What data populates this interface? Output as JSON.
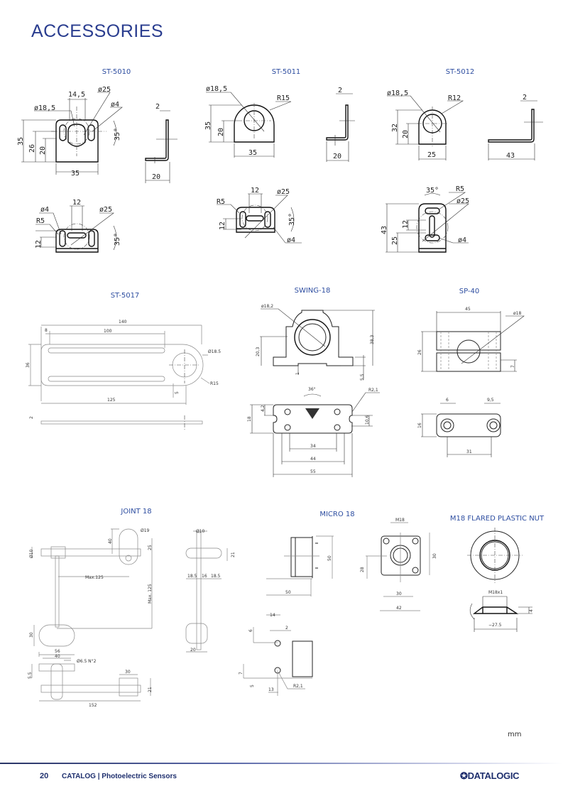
{
  "page_title": "ACCESSORIES",
  "unit": "mm",
  "footer": {
    "page_number": "20",
    "catalog": "CATALOG | Photoelectric Sensors",
    "brand": "DATALOGIC"
  },
  "st5010": {
    "title": "ST-5010",
    "dims": [
      "ø18,5",
      "14,5",
      "ø25",
      "ø4",
      "35",
      "26",
      "20",
      "35",
      "35°",
      "2",
      "20",
      "12",
      "ø4",
      "R5",
      "ø25",
      "12",
      "35°"
    ]
  },
  "st5011": {
    "title": "ST-5011",
    "dims": [
      "ø18,5",
      "R15",
      "35",
      "20",
      "35",
      "2",
      "20",
      "12",
      "ø25",
      "R5",
      "12",
      "35°",
      "ø4"
    ]
  },
  "st5012": {
    "title": "ST-5012",
    "dims": [
      "ø18,5",
      "R12",
      "32",
      "20",
      "25",
      "2",
      "43",
      "35°",
      "R5",
      "ø25",
      "43",
      "12",
      "25",
      "ø4"
    ]
  },
  "st5017": {
    "title": "ST-5017",
    "dims": [
      "140",
      "8",
      "100",
      "36",
      "Ø18.5",
      "R15",
      "125",
      "5",
      "2"
    ]
  },
  "swing18": {
    "title": "SWING-18",
    "dims": [
      "ø18,2",
      "20,3",
      "38,3",
      "1",
      "5,5",
      "36°",
      "R2,1",
      "4,2",
      "18",
      "10,6",
      "34",
      "44",
      "55"
    ]
  },
  "sp40": {
    "title": "SP-40",
    "dims": [
      "45",
      "ø18",
      "26",
      "7",
      "6",
      "9,5",
      "16",
      "31"
    ]
  },
  "joint18": {
    "title": "JOINT 18",
    "dims": [
      "Ø19",
      "40",
      "25",
      "Ø10",
      "Max.125",
      "Max. 125",
      "30",
      "56",
      "40",
      "Ø6.5 N°2",
      "5.5",
      "30",
      "21",
      "152",
      "Ø10",
      "21",
      "18.5",
      "16",
      "18.5",
      "20"
    ]
  },
  "micro18": {
    "title": "MICRO 18",
    "dims": [
      "50",
      "50",
      "M18",
      "28",
      "30",
      "30",
      "42",
      "14",
      "2",
      "6",
      "7",
      "5",
      "13",
      "R2,1"
    ]
  },
  "nut": {
    "title": "M18 FLARED PLASTIC NUT",
    "dims": [
      "M18x1",
      "−27.5",
      "4"
    ]
  }
}
